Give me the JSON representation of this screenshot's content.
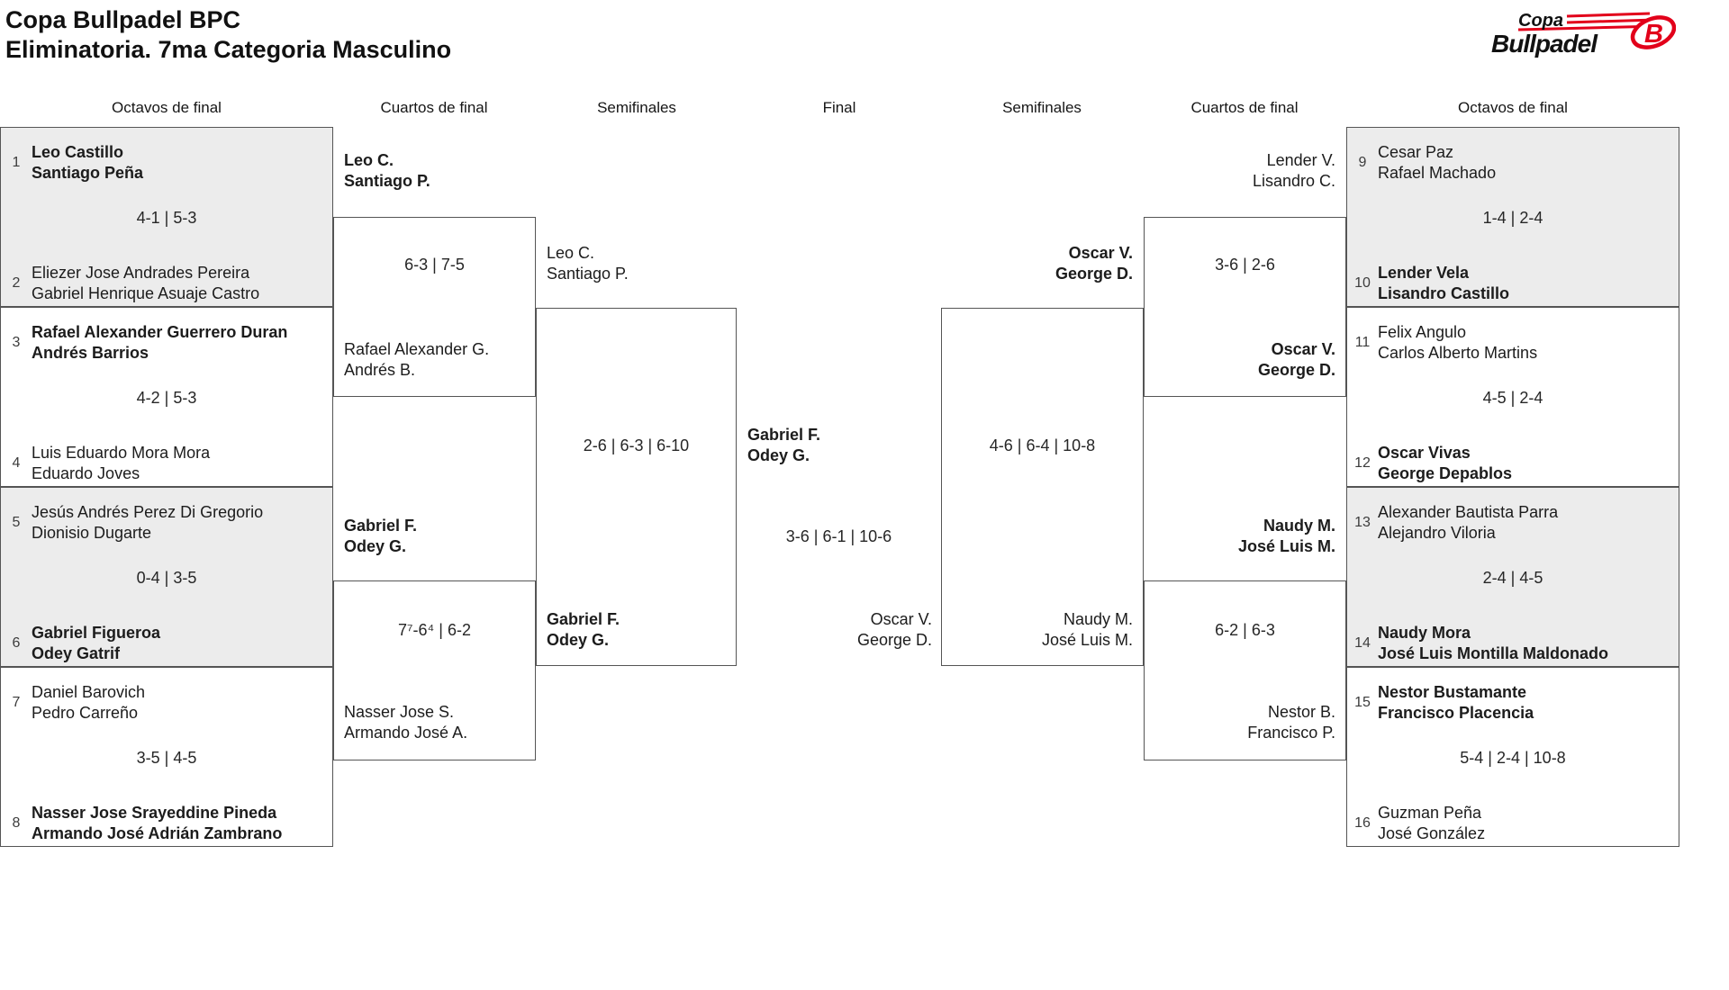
{
  "title": {
    "line1": "Copa Bullpadel BPC",
    "line2": "Eliminatoria. 7ma Categoria Masculino"
  },
  "logo": {
    "text_top": "Copa",
    "text_bottom": "Bullpadel",
    "emblem_letter": "B"
  },
  "colors": {
    "accent_red": "#e2001a",
    "box_gray": "#ececec",
    "line_gray": "#555555"
  },
  "headers": [
    "Octavos de final",
    "Cuartos de final",
    "Semifinales",
    "Final",
    "Semifinales",
    "Cuartos de final",
    "Octavos de final"
  ],
  "bracket": {
    "octavos_left": [
      {
        "seed_a": "1",
        "team_a": [
          "Leo Castillo",
          "Santiago Peña"
        ],
        "bold_a": true,
        "score": "4-1 | 5-3",
        "seed_b": "2",
        "team_b": [
          "Eliezer Jose Andrades Pereira",
          "Gabriel Henrique Asuaje Castro"
        ],
        "bold_b": false
      },
      {
        "seed_a": "3",
        "team_a": [
          "Rafael Alexander Guerrero Duran",
          "Andrés Barrios"
        ],
        "bold_a": true,
        "score": "4-2 | 5-3",
        "seed_b": "4",
        "team_b": [
          "Luis Eduardo Mora Mora",
          "Eduardo Joves"
        ],
        "bold_b": false
      },
      {
        "seed_a": "5",
        "team_a": [
          "Jesús Andrés Perez Di Gregorio",
          "Dionisio Dugarte"
        ],
        "bold_a": false,
        "score": "0-4 | 3-5",
        "seed_b": "6",
        "team_b": [
          "Gabriel Figueroa",
          "Odey Gatrif"
        ],
        "bold_b": true
      },
      {
        "seed_a": "7",
        "team_a": [
          "Daniel Barovich",
          "Pedro Carreño"
        ],
        "bold_a": false,
        "score": "3-5 | 4-5",
        "seed_b": "8",
        "team_b": [
          "Nasser Jose Srayeddine Pineda",
          "Armando José Adrián Zambrano"
        ],
        "bold_b": true
      }
    ],
    "octavos_right": [
      {
        "seed_a": "9",
        "team_a": [
          "Cesar Paz",
          "Rafael Machado"
        ],
        "bold_a": false,
        "score": "1-4 | 2-4",
        "seed_b": "10",
        "team_b": [
          "Lender Vela",
          "Lisandro Castillo"
        ],
        "bold_b": true
      },
      {
        "seed_a": "11",
        "team_a": [
          "Felix Angulo",
          "Carlos Alberto Martins"
        ],
        "bold_a": false,
        "score": "4-5 | 2-4",
        "seed_b": "12",
        "team_b": [
          "Oscar Vivas",
          "George Depablos"
        ],
        "bold_b": true
      },
      {
        "seed_a": "13",
        "team_a": [
          "Alexander Bautista Parra",
          "Alejandro Viloria"
        ],
        "bold_a": false,
        "score": "2-4 | 4-5",
        "seed_b": "14",
        "team_b": [
          "Naudy Mora",
          "José Luis Montilla Maldonado"
        ],
        "bold_b": true
      },
      {
        "seed_a": "15",
        "team_a": [
          "Nestor Bustamante",
          "Francisco Placencia"
        ],
        "bold_a": true,
        "score": "5-4 | 2-4 | 10-8",
        "seed_b": "16",
        "team_b": [
          "Guzman Peña",
          "José González"
        ],
        "bold_b": false
      }
    ],
    "quarters_left": [
      {
        "team_a": [
          "Leo C.",
          "Santiago P."
        ],
        "bold_a": true,
        "score": "6-3 | 7-5",
        "team_b": [
          "Rafael Alexander G.",
          "Andrés B."
        ],
        "bold_b": false
      },
      {
        "team_a": [
          "Gabriel F.",
          "Odey G."
        ],
        "bold_a": true,
        "score": "7⁷-6⁴ | 6-2",
        "team_b": [
          "Nasser Jose S.",
          "Armando José A."
        ],
        "bold_b": false
      }
    ],
    "quarters_right": [
      {
        "team_a": [
          "Lender V.",
          "Lisandro C."
        ],
        "bold_a": false,
        "score": "3-6 | 2-6",
        "team_b": [
          "Oscar V.",
          "George D."
        ],
        "bold_b": true
      },
      {
        "team_a": [
          "Naudy M.",
          "José Luis M."
        ],
        "bold_a": true,
        "score": "6-2 | 6-3",
        "team_b": [
          "Nestor B.",
          "Francisco P."
        ],
        "bold_b": false
      }
    ],
    "semifinal_left": {
      "team_a": [
        "Leo C.",
        "Santiago P."
      ],
      "bold_a": false,
      "score": "2-6 | 6-3 | 6-10",
      "team_b": [
        "Gabriel F.",
        "Odey G."
      ],
      "bold_b": true
    },
    "semifinal_right": {
      "team_a": [
        "Oscar V.",
        "George D."
      ],
      "bold_a": true,
      "score": "4-6 | 6-4 | 10-8",
      "team_b": [
        "Naudy M.",
        "José Luis M."
      ],
      "bold_b": false
    },
    "final": {
      "team_a": [
        "Gabriel F.",
        "Odey G."
      ],
      "bold_a": true,
      "score": "3-6 | 6-1 | 10-6",
      "team_b": [
        "Oscar V.",
        "George D."
      ],
      "bold_b": false
    }
  }
}
